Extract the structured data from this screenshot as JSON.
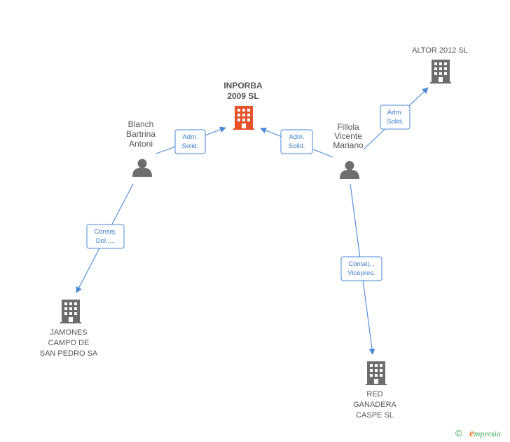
{
  "colors": {
    "edge": "#4a88d6",
    "edge_text": "#3d7bc9",
    "node_gray": "#6d6d6d",
    "node_main": "#e5532d",
    "brand_green": "#3aa655",
    "brand_orange": "#e8731c"
  },
  "nodes": [
    {
      "id": "inporba",
      "type": "company-main",
      "icon": "building-icon",
      "lines": [
        "INPORBA",
        "2009 SL"
      ]
    },
    {
      "id": "altor",
      "type": "company",
      "icon": "building-icon",
      "lines": [
        "ALTOR 2012 SL"
      ]
    },
    {
      "id": "blanch",
      "type": "person",
      "icon": "person-icon",
      "lines": [
        "Blanch",
        "Bartrina",
        "Antoni"
      ]
    },
    {
      "id": "fillola",
      "type": "person",
      "icon": "person-icon",
      "lines": [
        "Fillola",
        "Vicente",
        "Mariano"
      ]
    },
    {
      "id": "jamones",
      "type": "company",
      "icon": "building-icon",
      "lines": [
        "JAMONES",
        "CAMPO DE",
        "SAN PEDRO SA"
      ]
    },
    {
      "id": "red",
      "type": "company",
      "icon": "building-icon",
      "lines": [
        "RED",
        "GANADERA",
        "CASPE SL"
      ]
    }
  ],
  "edges": [
    {
      "from": "blanch",
      "to": "inporba",
      "lines": [
        "Adm.",
        "Solid."
      ]
    },
    {
      "from": "fillola",
      "to": "inporba",
      "lines": [
        "Adm.",
        "Solid."
      ]
    },
    {
      "from": "fillola",
      "to": "altor",
      "lines": [
        "Adm.",
        "Solid."
      ]
    },
    {
      "from": "blanch",
      "to": "jamones",
      "lines": [
        "Consej.",
        "Del.,..."
      ]
    },
    {
      "from": "fillola",
      "to": "red",
      "lines": [
        "Consej. ,",
        "Vicepres."
      ]
    }
  ],
  "footer": {
    "copyright": "©",
    "brand_initial": "e",
    "brand_rest": "mpresia"
  }
}
